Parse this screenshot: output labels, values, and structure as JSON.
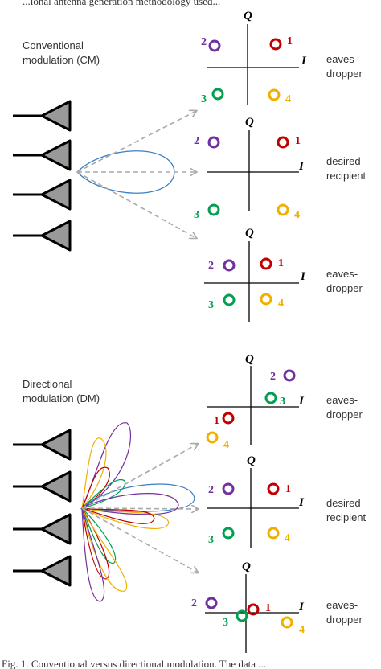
{
  "top_caption": "...ional antenna generation methodology used...",
  "bottom_caption": "Fig. 1. Conventional versus directional modulation. The data ...",
  "colors": {
    "purple": "#7030A0",
    "red": "#C00000",
    "green": "#00A050",
    "yellow": "#F0B000",
    "beam_cm": "#3A7EC6",
    "arrow": "#AAAAAA",
    "antenna": "#999999"
  },
  "axis_labels": {
    "q": "Q",
    "i": "I"
  },
  "cm": {
    "title_line1": "Conventional",
    "title_line2": "modulation (CM)",
    "receivers": [
      {
        "label_line1": "eaves-",
        "label_line2": "dropper"
      },
      {
        "label_line1": "desired",
        "label_line2": "recipient"
      },
      {
        "label_line1": "eaves-",
        "label_line2": "dropper"
      }
    ]
  },
  "dm": {
    "title_line1": "Directional",
    "title_line2": "modulation (DM)",
    "receivers": [
      {
        "label_line1": "eaves-",
        "label_line2": "dropper"
      },
      {
        "label_line1": "desired",
        "label_line2": "recipient"
      },
      {
        "label_line1": "eaves-",
        "label_line2": "dropper"
      }
    ]
  },
  "symbols": {
    "s1": "1",
    "s2": "2",
    "s3": "3",
    "s4": "4"
  }
}
